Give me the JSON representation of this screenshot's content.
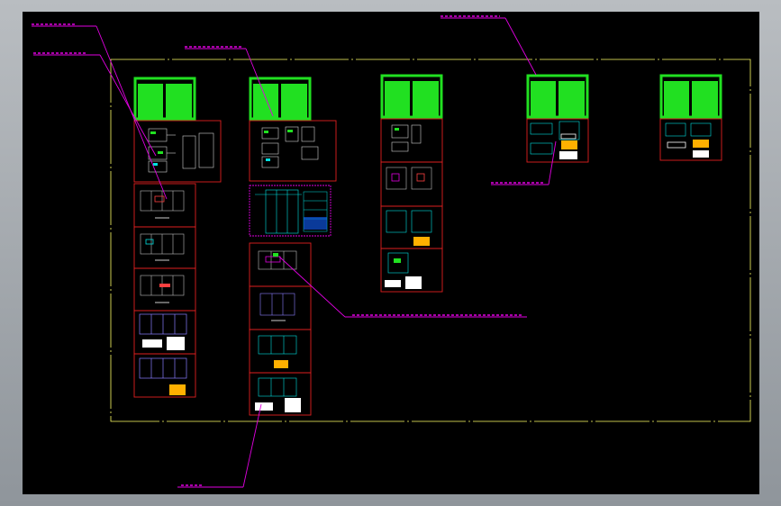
{
  "viewport": {
    "background": "#000000"
  },
  "colors": {
    "drawing_border": "#ffff66",
    "sheet_border": "#e02020",
    "title_block": "#21e021",
    "leader": "#e000e0",
    "detail": "#00e0e0",
    "highlight": "#ffb000",
    "label_white": "#ffffff"
  },
  "columns": [
    {
      "name": "column-1",
      "sheets": 7
    },
    {
      "name": "column-2",
      "sheets": 6
    },
    {
      "name": "column-3",
      "sheets": 5
    },
    {
      "name": "column-4",
      "sheets": 2
    },
    {
      "name": "column-5",
      "sheets": 2
    }
  ]
}
